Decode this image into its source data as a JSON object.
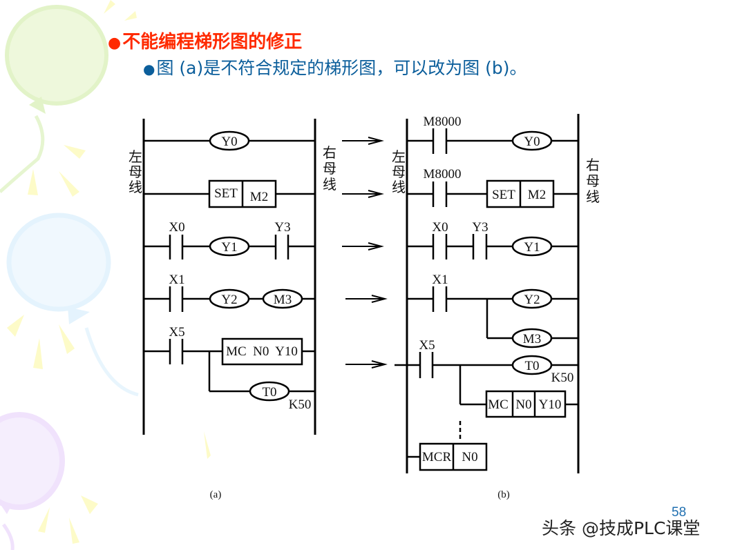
{
  "slide": {
    "title": "不能编程梯形图的修正",
    "title_bullet_color": "#ff2a00",
    "subtitle": "图 (a)是不符合规定的梯形图，可以改为图 (b)。",
    "subtitle_bullet_color": "#0b5e9b",
    "page_number": "58",
    "watermark": "头条 @技成PLC课堂"
  },
  "diagram_a": {
    "caption": "(a)",
    "left_bus_label": [
      "左",
      "母",
      "线"
    ],
    "right_bus_label": [
      "右",
      "母",
      "线"
    ],
    "rungs": [
      {
        "coil": "Y0"
      },
      {
        "instruction": [
          "SET",
          "M2"
        ]
      },
      {
        "contacts": [
          "X0"
        ],
        "coil": "Y1",
        "after_coil_contact": "Y3"
      },
      {
        "contacts": [
          "X1"
        ],
        "coils": [
          "Y2",
          "M3"
        ]
      },
      {
        "contacts": [
          "X5"
        ],
        "instruction": "MC  N0  Y10",
        "branch_coil": "T0",
        "timer_preset": "K50"
      }
    ]
  },
  "diagram_b": {
    "caption": "(b)",
    "left_bus_label": [
      "左",
      "母",
      "线"
    ],
    "right_bus_label": [
      "右",
      "母",
      "线"
    ],
    "rungs": [
      {
        "contacts": [
          "M8000"
        ],
        "coil": "Y0"
      },
      {
        "contacts": [
          "M8000"
        ],
        "instruction": [
          "SET",
          "M2"
        ]
      },
      {
        "contacts": [
          "X0",
          "Y3"
        ],
        "coil": "Y1"
      },
      {
        "contacts": [
          "X1"
        ],
        "coils": [
          "Y2",
          "M3"
        ]
      },
      {
        "contacts": [
          "X5"
        ],
        "coil": "T0",
        "timer_preset": "K50",
        "instruction": [
          "MC",
          "N0",
          "Y10"
        ]
      },
      {
        "instruction": [
          "MCR",
          "N0"
        ]
      }
    ]
  },
  "arrow_count": 5
}
